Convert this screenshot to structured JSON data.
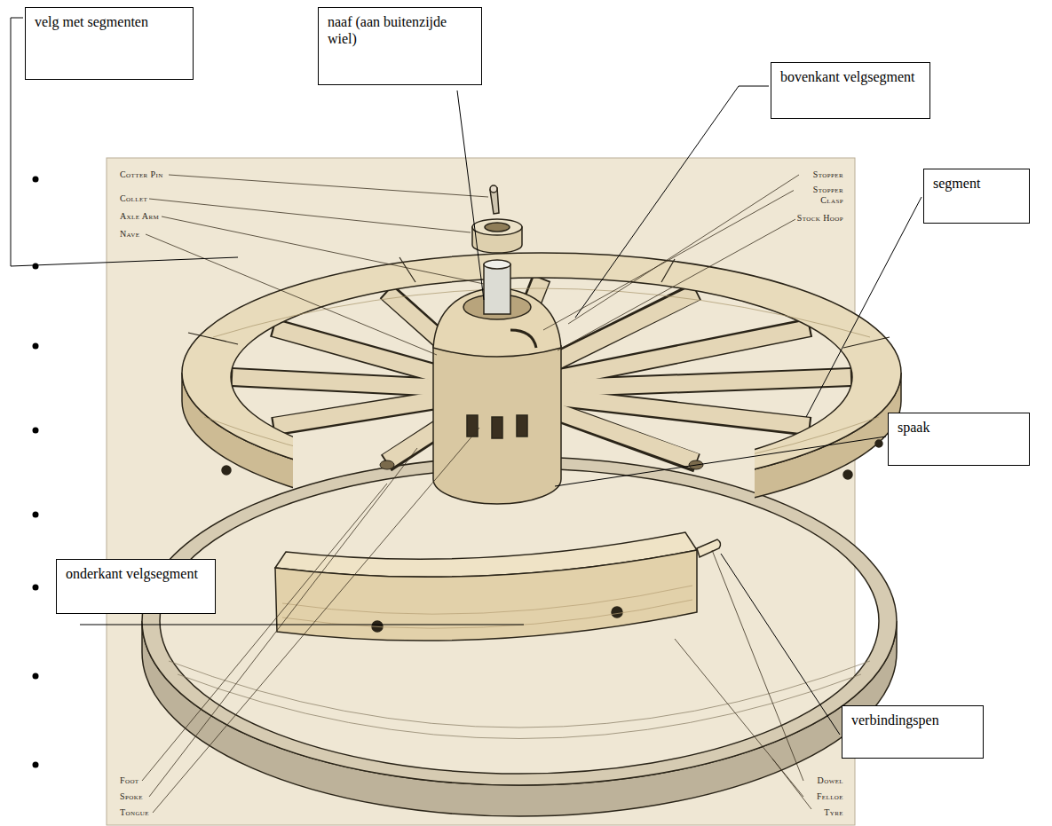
{
  "diagram": {
    "nodes": [
      {
        "text": [
          "velg met segmenten"
        ]
      },
      {
        "text": [
          "naaf (aan buitenzijde wiel)"
        ]
      },
      {
        "text": [
          "bovenkant velgsegment"
        ]
      },
      {
        "text": [
          "segment"
        ]
      },
      {
        "text": [
          "spaak"
        ]
      },
      {
        "text": [
          "onderkant velgsegment"
        ]
      },
      {
        "text": [
          "verbindingspen"
        ]
      }
    ],
    "labels": [
      "Cotter Pin",
      "Collet",
      "Axle Arm",
      "Nave",
      "Stopper",
      "Stopper Clasp",
      "Stock Hoop",
      "Foot",
      "Spoke",
      "Tongue",
      "Dowel",
      "Felloe",
      "Tyre"
    ]
  }
}
